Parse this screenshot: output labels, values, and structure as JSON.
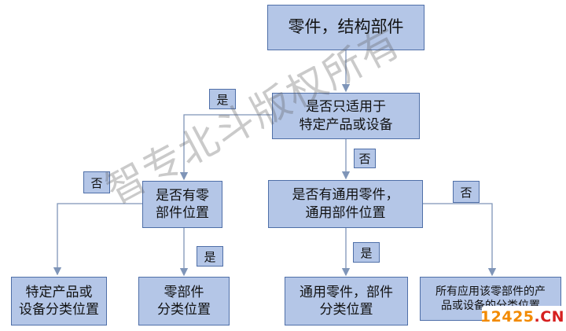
{
  "nodes": {
    "root": "零件，结构部件",
    "q1": "是否只适用于\n特定产品或设备",
    "q2": "是否有零\n部件位置",
    "q3": "是否有通用零件，\n通用部件位置",
    "leaf1": "特定产品或\n设备分类位置",
    "leaf2": "零部件\n分类位置",
    "leaf3": "通用零件，部件\n分类位置",
    "leaf4": "所有应用该零部件的产\n品或设备的分类位置"
  },
  "edge_labels": {
    "q1_yes": "是",
    "q1_no": "否",
    "q2_no": "否",
    "q2_yes": "是",
    "q3_yes": "是",
    "q3_no": "否"
  },
  "watermark": "智专北斗版权所有",
  "logo": {
    "number": "12425",
    "domain": ".CN"
  },
  "colors": {
    "box_fill": "#b4c6e7",
    "box_border": "#4f6fa8",
    "connector": "#7f95b8"
  }
}
